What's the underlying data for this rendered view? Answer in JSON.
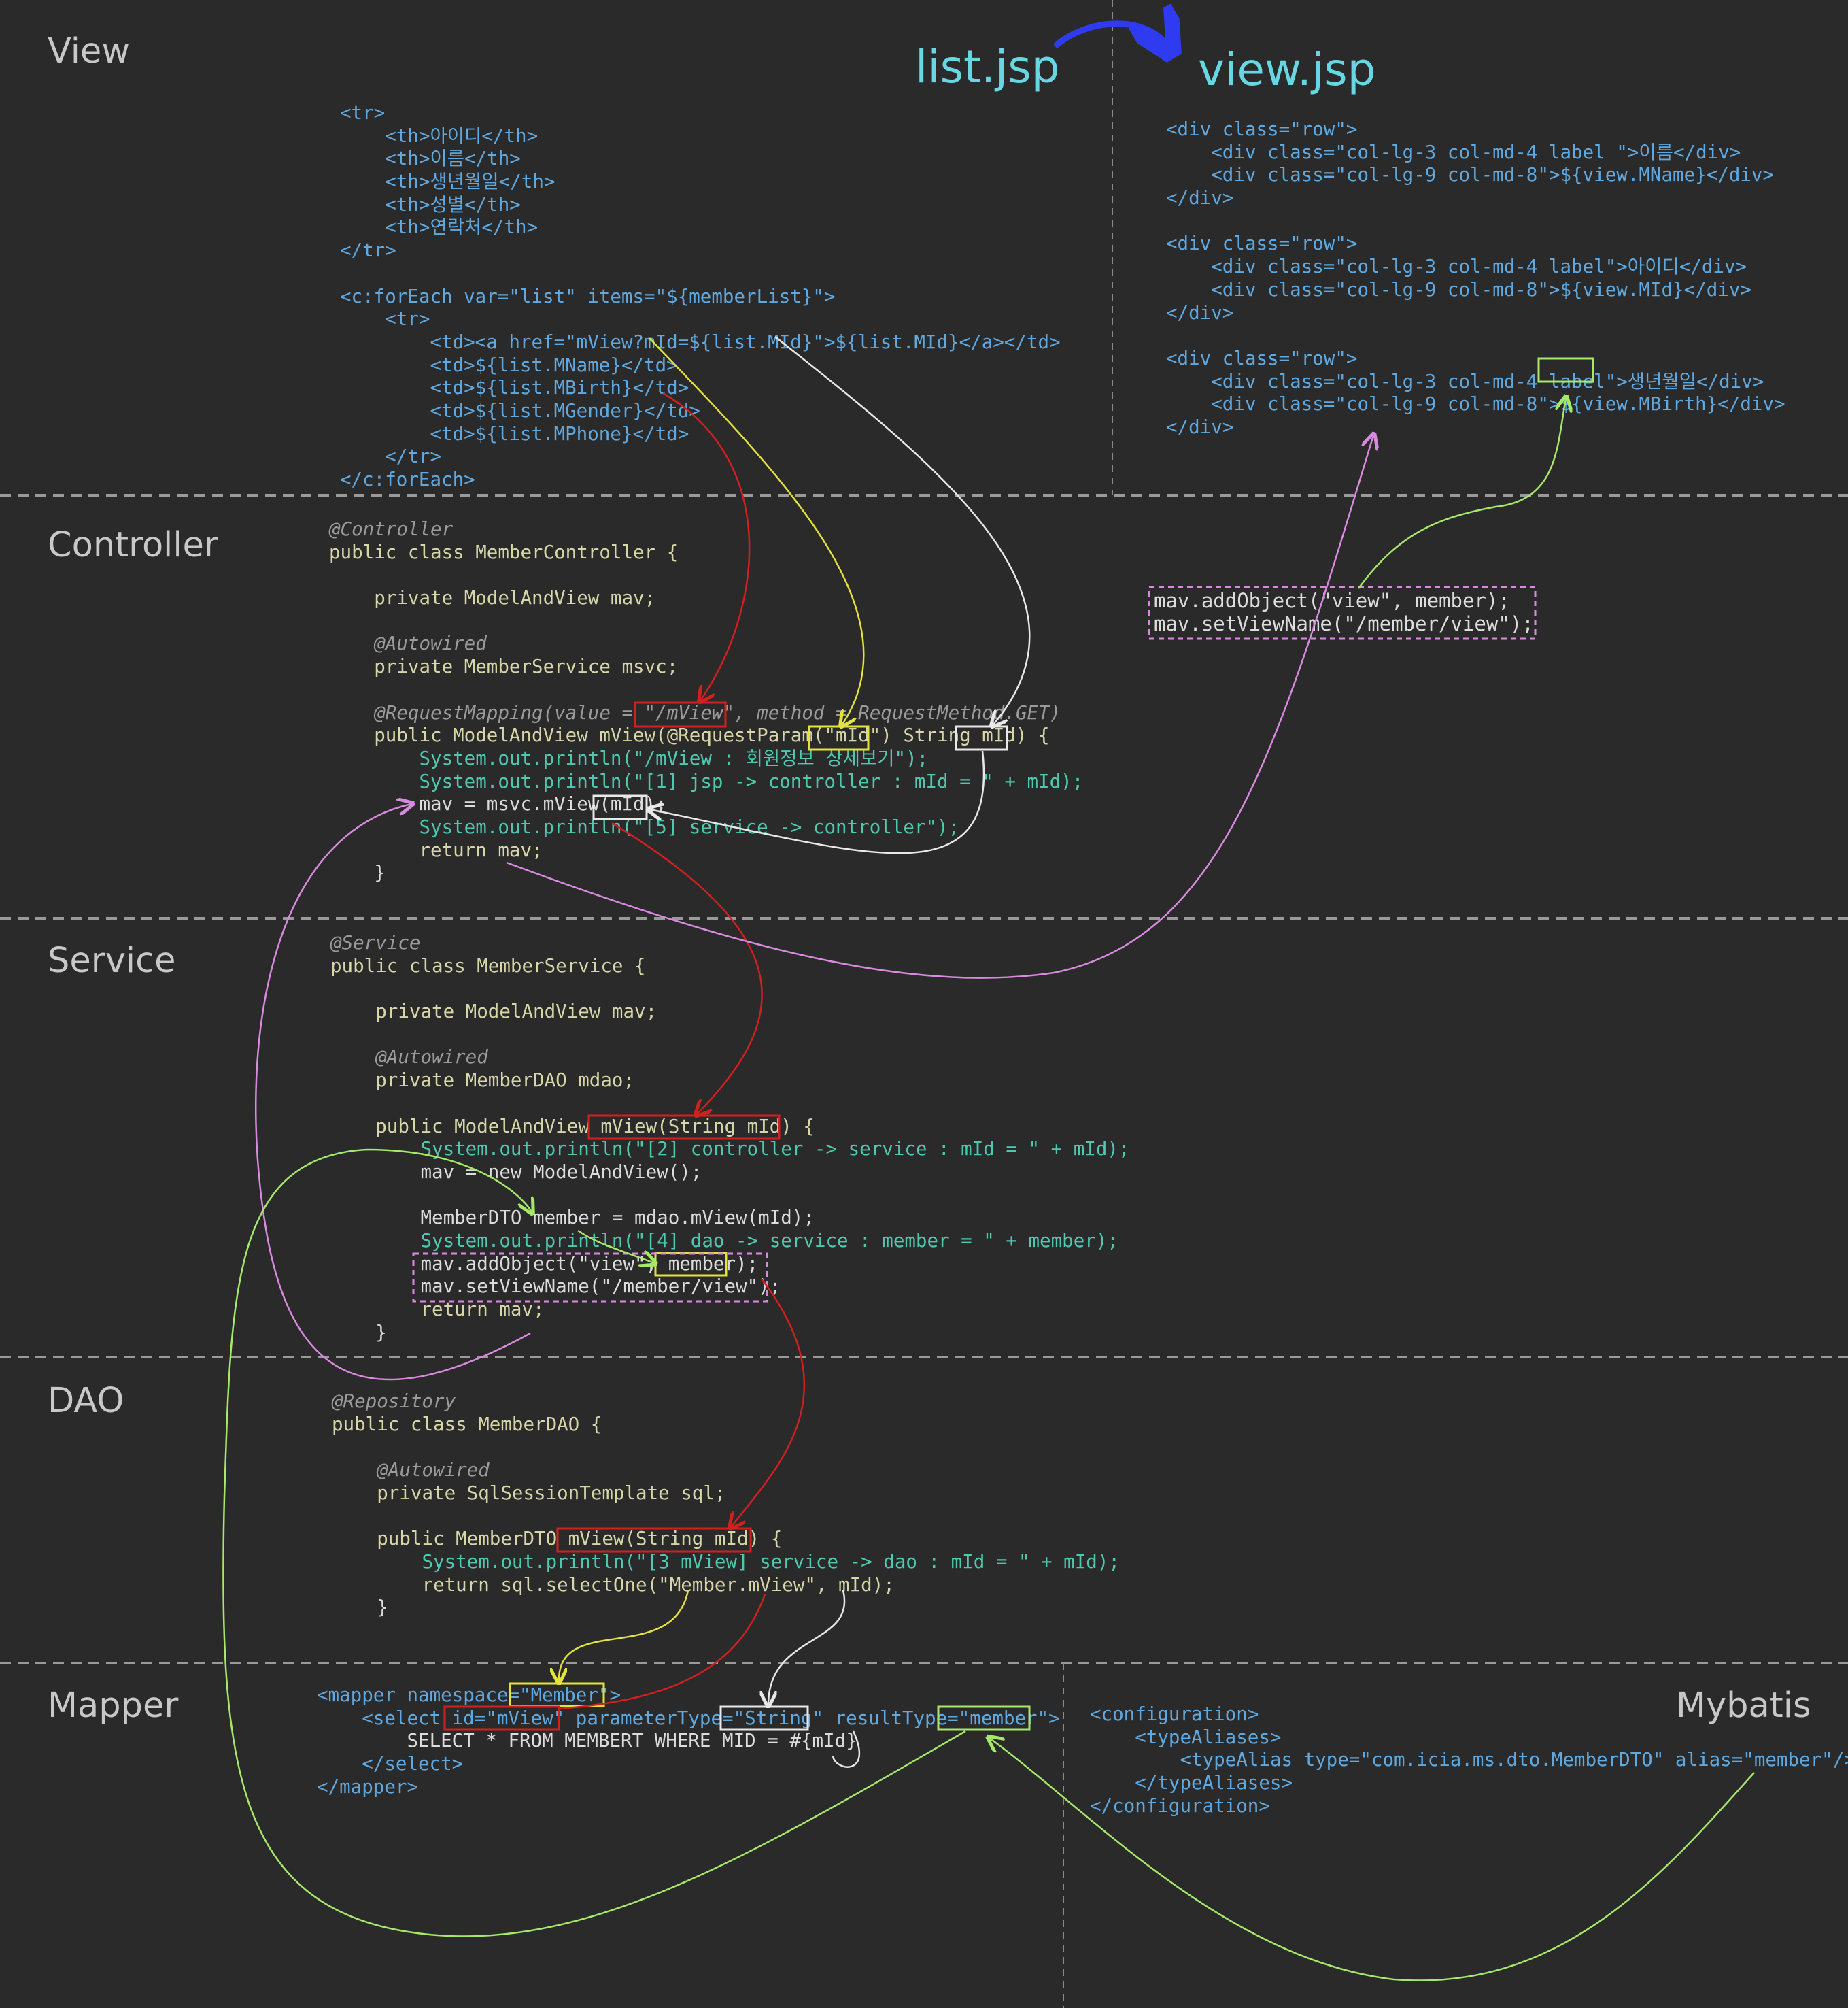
{
  "sections": {
    "view": "View",
    "controller": "Controller",
    "service": "Service",
    "dao": "DAO",
    "mapper": "Mapper",
    "mybatis": "Mybatis"
  },
  "files": {
    "list": "list.jsp",
    "view": "view.jsp"
  },
  "code": {
    "list": [
      "<tr>",
      "    <th>아이디</th>",
      "    <th>이름</th>",
      "    <th>생년월일</th>",
      "    <th>성별</th>",
      "    <th>연락처</th>",
      "</tr>",
      "",
      "<c:forEach var=\"list\" items=\"${memberList}\">",
      "    <tr>",
      "        <td><a href=\"mView?mId=${list.MId}\">${list.MId}</a></td>",
      "        <td>${list.MName}</td>",
      "        <td>${list.MBirth}</td>",
      "        <td>${list.MGender}</td>",
      "        <td>${list.MPhone}</td>",
      "    </tr>",
      "</c:forEach>"
    ],
    "viewjsp": [
      "<div class=\"row\">",
      "    <div class=\"col-lg-3 col-md-4 label \">이름</div>",
      "    <div class=\"col-lg-9 col-md-8\">${view.MName}</div>",
      "</div>",
      "",
      "<div class=\"row\">",
      "    <div class=\"col-lg-3 col-md-4 label\">아이디</div>",
      "    <div class=\"col-lg-9 col-md-8\">${view.MId}</div>",
      "</div>",
      "",
      "<div class=\"row\">",
      "    <div class=\"col-lg-3 col-md-4 label\">생년월일</div>",
      "    <div class=\"col-lg-9 col-md-8\">${view.MBirth}</div>",
      "</div>"
    ],
    "controller": [
      "@Controller",
      "public class MemberController {",
      "",
      "    private ModelAndView mav;",
      "",
      "    @Autowired",
      "    private MemberService msvc;",
      "",
      "    @RequestMapping(value = \"/mView\", method = RequestMethod.GET)",
      "    public ModelAndView mView(@RequestParam(\"mId\") String mId) {",
      "        System.out.println(\"/mView : 회원정보 상세보기\");",
      "        System.out.println(\"[1] jsp -> controller : mId = \" + mId);",
      "        mav = msvc.mView(mId);",
      "        System.out.println(\"[5] service -> controller\");",
      "        return mav;",
      "    }"
    ],
    "controller_side": [
      "mav.addObject(\"view\", member);",
      "mav.setViewName(\"/member/view\");"
    ],
    "service": [
      "@Service",
      "public class MemberService {",
      "",
      "    private ModelAndView mav;",
      "",
      "    @Autowired",
      "    private MemberDAO mdao;",
      "",
      "    public ModelAndView mView(String mId) {",
      "        System.out.println(\"[2] controller -> service : mId = \" + mId);",
      "        mav = new ModelAndView();",
      "",
      "        MemberDTO member = mdao.mView(mId);",
      "        System.out.println(\"[4] dao -> service : member = \" + member);",
      "        mav.addObject(\"view\", member);",
      "        mav.setViewName(\"/member/view\");",
      "        return mav;",
      "    }"
    ],
    "dao": [
      "@Repository",
      "public class MemberDAO {",
      "",
      "    @Autowired",
      "    private SqlSessionTemplate sql;",
      "",
      "    public MemberDTO mView(String mId) {",
      "        System.out.println(\"[3 mView] service -> dao : mId = \" + mId);",
      "        return sql.selectOne(\"Member.mView\", mId);",
      "    }"
    ],
    "mapper": [
      "<mapper namespace=\"Member\">",
      "    <select id=\"mView\" parameterType=\"String\" resultType=\"member\">",
      "        SELECT * FROM MEMBERT WHERE MID = #{mId}",
      "    </select>",
      "</mapper>"
    ],
    "mybatis": [
      "<configuration>",
      "    <typeAliases>",
      "        <typeAlias type=\"com.icia.ms.dto.MemberDTO\" alias=\"member\"/>",
      "    </typeAliases>",
      "</configuration>"
    ]
  },
  "colors": {
    "background": "#2a2a2a",
    "title": "#67d7e3",
    "red": "#d12020",
    "yellow": "#e4e23c",
    "white": "#e8e8e8",
    "violet": "#d98ae0",
    "green": "#a6e86a",
    "blue_arrow": "#2f3bf0"
  }
}
